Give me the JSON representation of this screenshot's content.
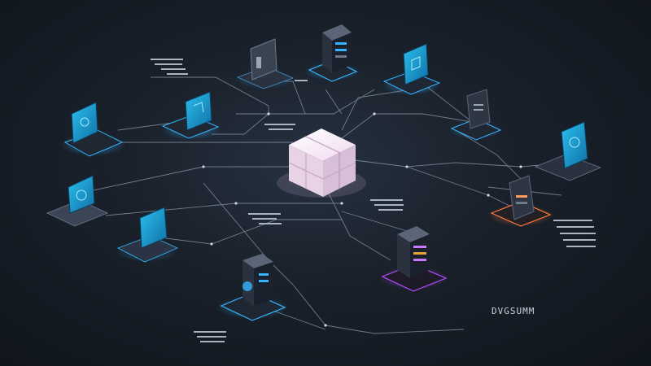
{
  "diagram": {
    "caption": "DVGSUMM",
    "colors": {
      "background": "#121820",
      "line": "#9aa6b4",
      "node_dark": "#1e2430",
      "screen": "#1aa6d8",
      "glow_blue": "#33b6ff",
      "glow_orange": "#ff7a3a",
      "glow_purple": "#b44cff",
      "hub": "#f3e6f2"
    },
    "nodes": [
      {
        "id": "laptop-far-left",
        "kind": "laptop",
        "glow": "blue"
      },
      {
        "id": "laptop-left",
        "kind": "laptop",
        "glow": "none"
      },
      {
        "id": "laptop-mid-left",
        "kind": "laptop",
        "glow": "none"
      },
      {
        "id": "tablet-top-left",
        "kind": "tablet",
        "glow": "blue"
      },
      {
        "id": "device-top-left",
        "kind": "device",
        "glow": "blue"
      },
      {
        "id": "server-top",
        "kind": "server",
        "glow": "blue"
      },
      {
        "id": "tablet-top-right",
        "kind": "tablet",
        "glow": "blue"
      },
      {
        "id": "device-right",
        "kind": "device",
        "glow": "blue"
      },
      {
        "id": "laptop-far-right",
        "kind": "laptop",
        "glow": "none"
      },
      {
        "id": "server-right",
        "kind": "server",
        "glow": "orange"
      },
      {
        "id": "server-center",
        "kind": "server",
        "glow": "purple"
      },
      {
        "id": "server-bottom-left",
        "kind": "server",
        "glow": "blue"
      },
      {
        "id": "central-hub",
        "kind": "cube",
        "glow": "pink"
      }
    ]
  }
}
